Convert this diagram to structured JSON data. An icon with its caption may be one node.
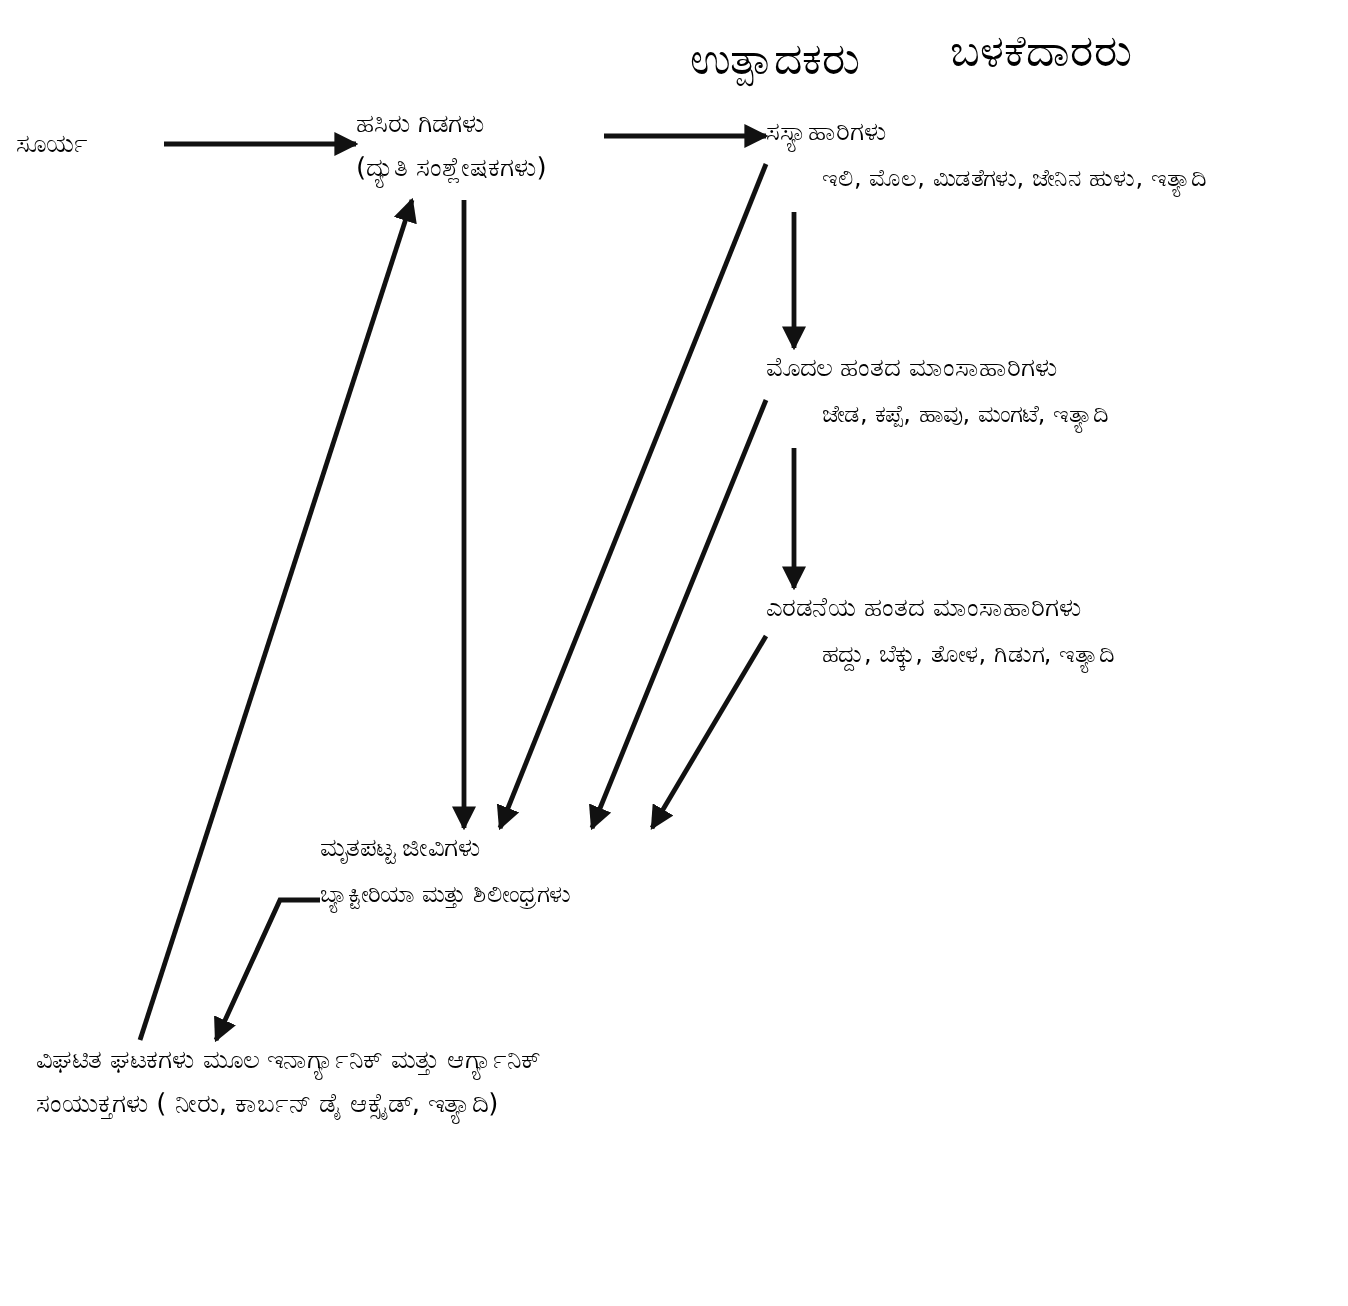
{
  "diagram": {
    "nodes": [
      {
        "text": [
          "ಸೂರ್ಯ"
        ]
      },
      {
        "text": [
          "ಹಸಿರು ಗಿಡಗಳು",
          "(ದ್ಯುತಿ ಸಂಶ್ಲೇಷಕಗಳು)"
        ]
      },
      {
        "text": [
          "ಸಸ್ಯಾಹಾರಿಗಳು",
          "ಇಲಿ, ಮೊಲ, ಮಿಡತೆಗಳು, ಜೇನಿನ ಹುಳು, ಇತ್ಯಾದಿ"
        ]
      },
      {
        "text": [
          "ಮೊದಲ ಹಂತದ ಮಾಂಸಾಹಾರಿಗಳು",
          "ಜೇಡ, ಕಪ್ಪೆ, ಹಾವು, ಮಂಗಟೆ, ಇತ್ಯಾದಿ"
        ]
      },
      {
        "text": [
          "ಎರಡನೆಯ ಹಂತದ ಮಾಂಸಾಹಾರಿಗಳು",
          "ಹದ್ದು, ಬೆಕ್ಕು, ತೋಳ, ಗಿಡುಗ, ಇತ್ಯಾದಿ"
        ]
      },
      {
        "text": [
          "ಮೃತಪಟ್ಟ ಜೀವಿಗಳು",
          "ಬ್ಯಾಕ್ಟೀರಿಯಾ ಮತ್ತು ಶಿಲೀಂಧ್ರಗಳು"
        ]
      },
      {
        "text": [
          "ವಿಘಟಿತ ಘಟಕಗಳು ಮೂಲ ಇನಾರ್ಗ್ಯಾನಿಕ್ ಮತ್ತು ಆರ್ಗ್ಯಾನಿಕ್ ಸಂಯುಕ್ತಗಳು ( ನೀರು, ಕಾರ್ಬನ್ ಡೈ ಆಕ್ಸೈಡ್, ಇತ್ಯಾದಿ)"
        ]
      }
    ],
    "edges": [
      {
        "from": 0,
        "to": 1,
        "arrow": "to"
      },
      {
        "from": 1,
        "to": 2,
        "arrow": "to"
      },
      {
        "from": 2,
        "to": 3,
        "arrow": "to"
      },
      {
        "from": 3,
        "to": 4,
        "arrow": "to"
      },
      {
        "from": 1,
        "to": 5,
        "arrow": "to"
      },
      {
        "from": 2,
        "to": 5,
        "arrow": "to"
      },
      {
        "from": 3,
        "to": 5,
        "arrow": "to"
      },
      {
        "from": 4,
        "to": 5,
        "arrow": "to"
      },
      {
        "from": 5,
        "to": 6,
        "arrow": "to"
      },
      {
        "from": 6,
        "to": 1,
        "arrow": "to"
      }
    ],
    "labels": [
      "ಉತ್ಪಾದಕರು",
      "ಬಳಕೆದಾರರು"
    ]
  }
}
